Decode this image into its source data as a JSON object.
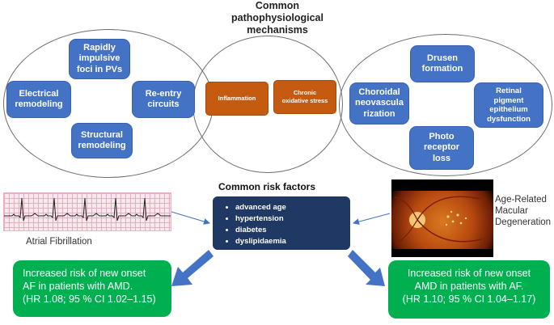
{
  "title": "Common\npathophysiological\nmechanisms",
  "left_group": {
    "boxes": [
      "Rapidly\nimpulsive\nfoci in PVs",
      "Electrical\nremodeling",
      "Re-entry\ncircuits",
      "Structural\nremodeling"
    ]
  },
  "middle_group": {
    "boxes": [
      "Inflammation",
      "Chronic\noxidative stress"
    ]
  },
  "right_group": {
    "boxes": [
      "Drusen\nformation",
      "Choroidal\nneovascula\nrization",
      "Retinal\npigment\nepithelium\ndysfunction",
      "Photo\nreceptor\nloss"
    ]
  },
  "risk": {
    "heading": "Common risk factors",
    "items": [
      "advanced age",
      "hypertension",
      "diabetes",
      "dyslipidaemia"
    ]
  },
  "af_label": "Atrial Fibrillation",
  "amd_label": "Age-Related\nMacular\nDegeneration",
  "outcome_left": {
    "line1": "Increased risk of new onset\nAF in patients with AMD.",
    "line2": "(HR 1.08; 95 % CI 1.02–1.15)"
  },
  "outcome_right": {
    "line1": "Increased risk of new onset\nAMD in patients with AF.",
    "line2": "(HR 1.10; 95 % CI 1.04–1.17)"
  },
  "colors": {
    "blue_box": "#4472c4",
    "orange_box": "#c55a11",
    "navy_box": "#1f3864",
    "green_box": "#00b050",
    "arrow": "#4472c4"
  }
}
